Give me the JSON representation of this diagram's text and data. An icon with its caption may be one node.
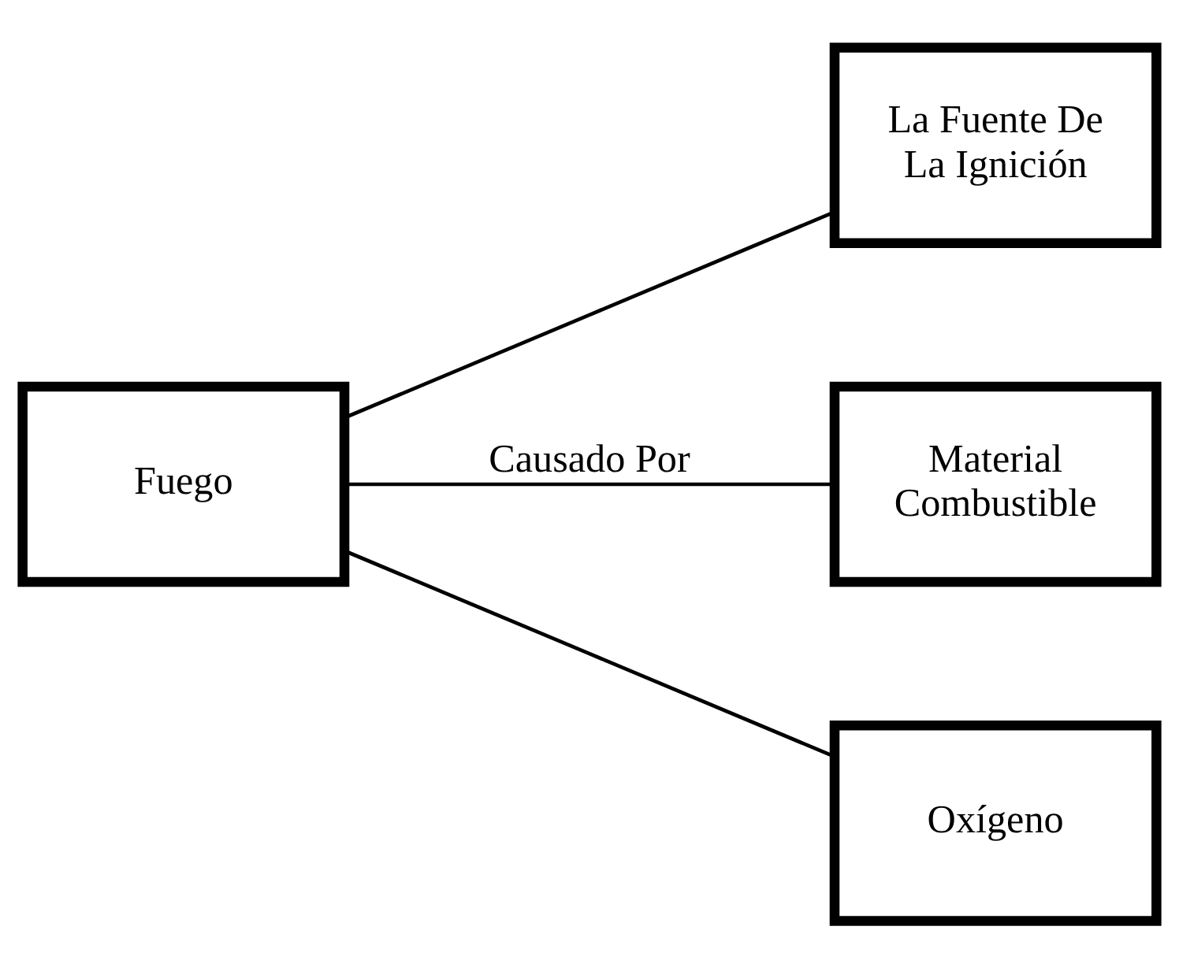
{
  "diagram": {
    "nodes": [
      {
        "text": [
          "Fuego"
        ]
      },
      {
        "text": [
          "La Fuente De La Ignición"
        ]
      },
      {
        "text": [
          "Material Combustible"
        ]
      },
      {
        "text": [
          "Oxígeno"
        ]
      }
    ],
    "edges": [
      {
        "from": 0,
        "to": 1,
        "arrow": "none"
      },
      {
        "from": 0,
        "to": 2,
        "arrow": "none",
        "label": "Causado Por"
      },
      {
        "from": 0,
        "to": 3,
        "arrow": "none"
      }
    ]
  }
}
